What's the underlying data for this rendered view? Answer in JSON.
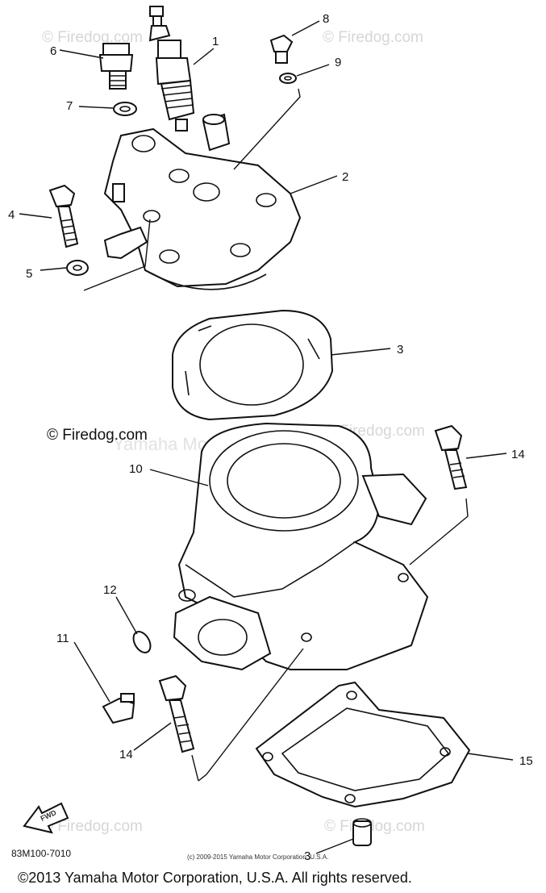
{
  "watermarks": {
    "brand": "© Firedog.com",
    "brand_main": "© Firedog.com",
    "yamaha_faint": "Yamaha Motor Corp. U.S.A."
  },
  "callouts": {
    "c1": "1",
    "c2": "2",
    "c3a": "3",
    "c3b": "3",
    "c4": "4",
    "c5": "5",
    "c6": "6",
    "c7": "7",
    "c8": "8",
    "c9": "9",
    "c10": "10",
    "c11": "11",
    "c12": "12",
    "c14a": "14",
    "c14b": "14",
    "c15": "15"
  },
  "fwd_label": "FWD",
  "part_code": "83M100-7010",
  "small_copyright": "(c) 2009-2015 Yamaha Motor Corporation, U.S.A.",
  "footer_copyright": "©2013 Yamaha Motor Corporation, U.S.A. All rights reserved."
}
